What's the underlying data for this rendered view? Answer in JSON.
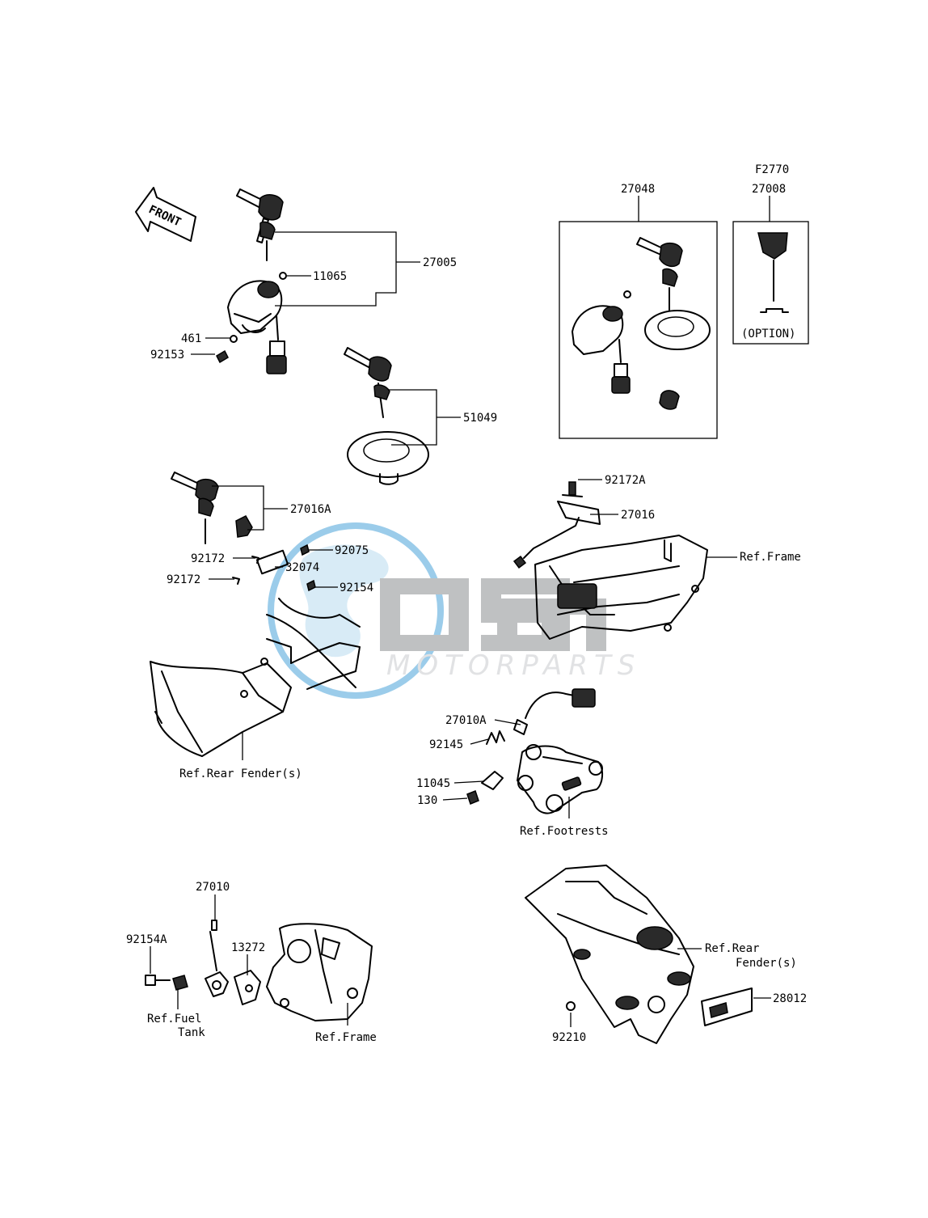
{
  "diagram": {
    "front_label": "FRONT",
    "watermark": {
      "logo": "OSM",
      "subtitle": "MOTORPARTS",
      "color_accent": "#4aa3d9",
      "color_gray": "#8c8f91"
    },
    "box_27008": {
      "ref_code": "F2770",
      "part_no": "27008",
      "option_text": "(OPTION)"
    },
    "labels": [
      {
        "id": "27005",
        "text": "27005"
      },
      {
        "id": "11065",
        "text": "11065"
      },
      {
        "id": "461",
        "text": "461"
      },
      {
        "id": "92153",
        "text": "92153"
      },
      {
        "id": "51049",
        "text": "51049"
      },
      {
        "id": "27048",
        "text": "27048"
      },
      {
        "id": "27016A",
        "text": "27016A"
      },
      {
        "id": "92075",
        "text": "92075"
      },
      {
        "id": "32074",
        "text": "32074"
      },
      {
        "id": "92154",
        "text": "92154"
      },
      {
        "id": "92172-a",
        "text": "92172"
      },
      {
        "id": "92172-b",
        "text": "92172"
      },
      {
        "id": "ref-rear-fender-1",
        "text": "Ref.Rear Fender(s)"
      },
      {
        "id": "92172A",
        "text": "92172A"
      },
      {
        "id": "27016",
        "text": "27016"
      },
      {
        "id": "ref-frame-1",
        "text": "Ref.Frame"
      },
      {
        "id": "27010A",
        "text": "27010A"
      },
      {
        "id": "92145",
        "text": "92145"
      },
      {
        "id": "11045",
        "text": "11045"
      },
      {
        "id": "130",
        "text": "130"
      },
      {
        "id": "ref-footrests",
        "text": "Ref.Footrests"
      },
      {
        "id": "27010",
        "text": "27010"
      },
      {
        "id": "92154A",
        "text": "92154A"
      },
      {
        "id": "13272",
        "text": "13272"
      },
      {
        "id": "ref-fuel",
        "text": "Ref.Fuel"
      },
      {
        "id": "tank",
        "text": "Tank"
      },
      {
        "id": "ref-frame-2",
        "text": "Ref.Frame"
      },
      {
        "id": "ref-rear-1",
        "text": "Ref.Rear"
      },
      {
        "id": "fenders-2",
        "text": "Fender(s)"
      },
      {
        "id": "28012",
        "text": "28012"
      },
      {
        "id": "92210",
        "text": "92210"
      }
    ]
  }
}
